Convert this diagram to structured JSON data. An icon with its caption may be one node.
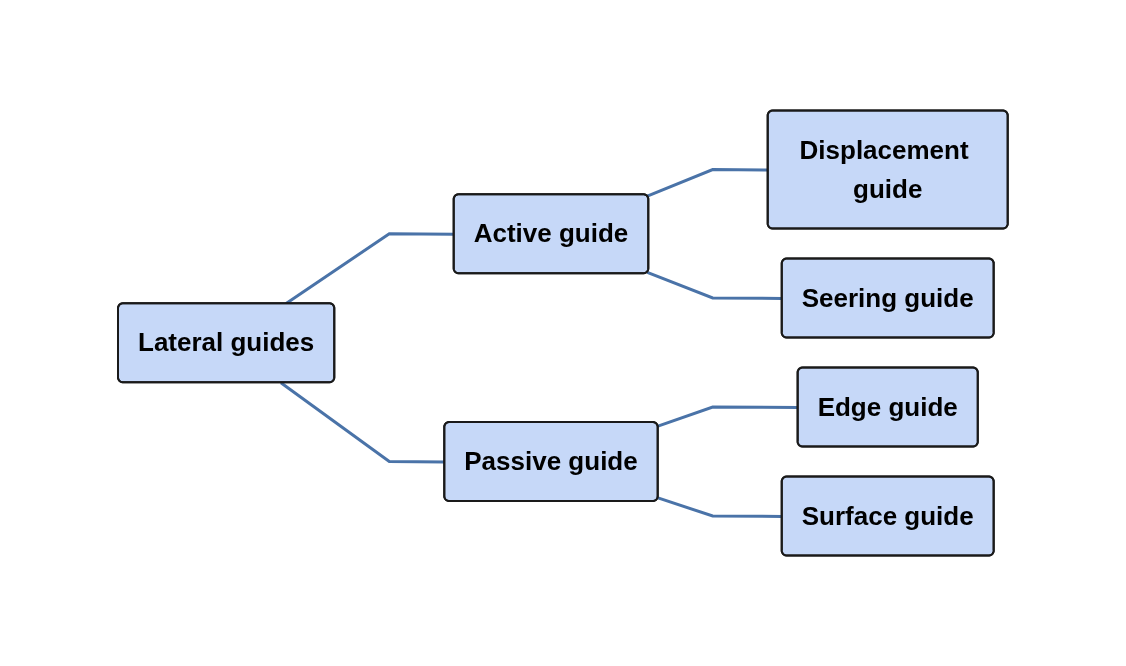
{
  "diagram": {
    "nodes": [
      {
        "text": [
          "Lateral guides"
        ]
      },
      {
        "text": [
          "Active guide"
        ]
      },
      {
        "text": [
          "Displacement guide"
        ]
      },
      {
        "text": [
          "Seering guide"
        ]
      },
      {
        "text": [
          "Passive guide"
        ]
      },
      {
        "text": [
          "Edge guide"
        ]
      },
      {
        "text": [
          "Surface guide"
        ]
      }
    ],
    "edges": [
      {
        "from": 0,
        "to": 1,
        "arrow": "none"
      },
      {
        "from": 0,
        "to": 4,
        "arrow": "none"
      },
      {
        "from": 1,
        "to": 2,
        "arrow": "none"
      },
      {
        "from": 1,
        "to": 3,
        "arrow": "none"
      },
      {
        "from": 4,
        "to": 5,
        "arrow": "none"
      },
      {
        "from": 4,
        "to": 6,
        "arrow": "none"
      }
    ]
  }
}
